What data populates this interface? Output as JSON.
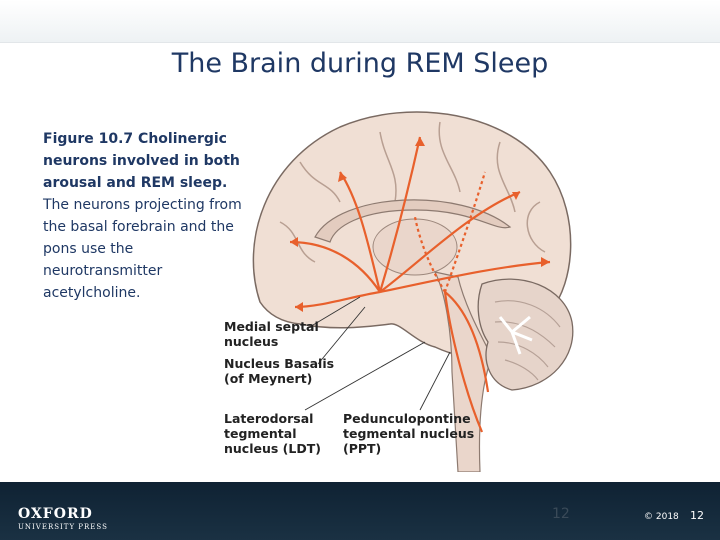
{
  "slide": {
    "title": "The Brain during REM Sleep",
    "caption_bold": "Figure 10.7 Cholinergic neurons involved in both arousal and REM sleep.",
    "caption_rest": "The neurons projecting from the basal forebrain and the pons use the neurotransmitter acetylcholine."
  },
  "figure": {
    "labels": {
      "medial_septal": "Medial septal\nnucleus",
      "nucleus_basalis": "Nucleus Basalis\n(of Meynert)",
      "ldt": "Laterodorsal\ntegmental\nnucleus (LDT)",
      "ppt": "Pedunculopontine\ntegmental nucleus\n(PPT)"
    }
  },
  "footer": {
    "logo_line1": "OXFORD",
    "logo_line2": "UNIVERSITY PRESS",
    "slide_number_center": "12",
    "copyright": "© 2018",
    "slide_number_right": "12"
  },
  "colors": {
    "title": "#1f3864",
    "pathway": "#e8602c",
    "footer": "#13273a"
  }
}
